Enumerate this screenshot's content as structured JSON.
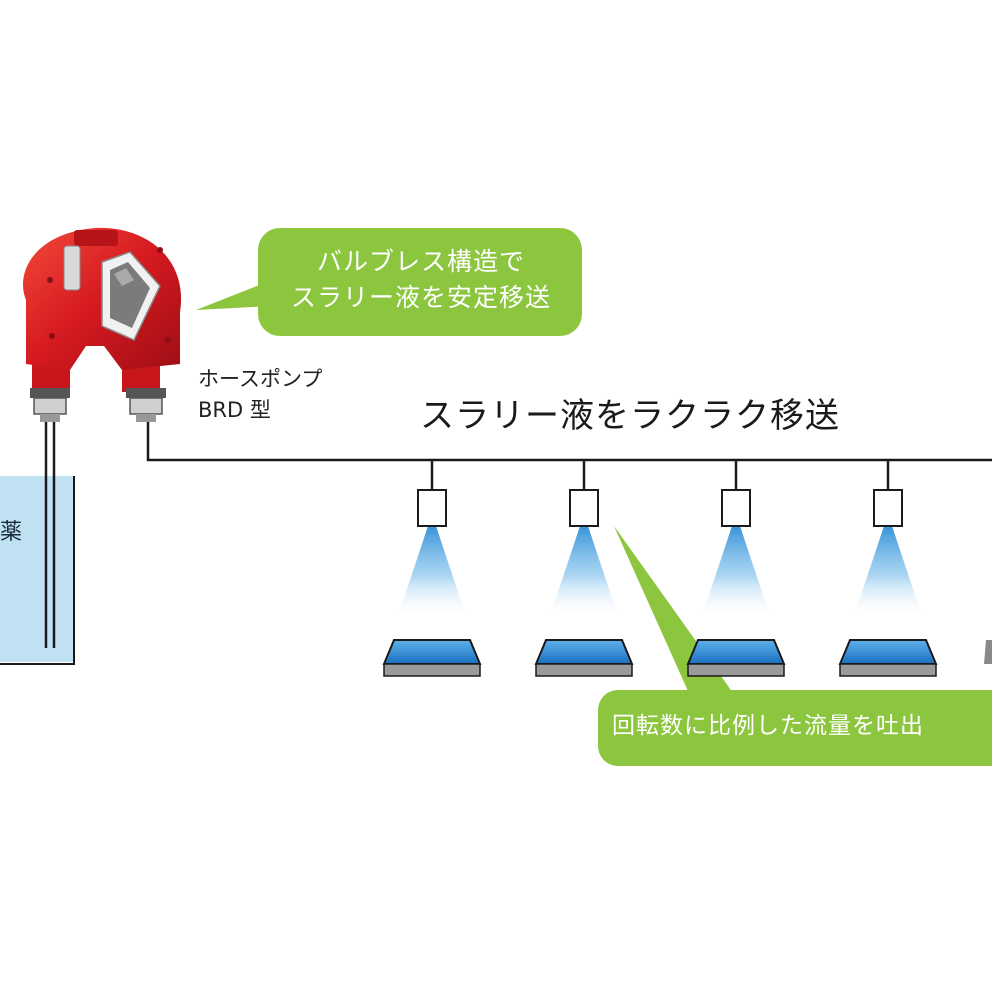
{
  "callouts": {
    "valveless_line1": "バルブレス構造で",
    "valveless_line2": "スラリー液を安定移送",
    "flow_proportional": "回転数に比例した流量を吐出"
  },
  "pump": {
    "name": "ホースポンプ",
    "model": "BRD 型"
  },
  "title": "スラリー液をラクラク移送",
  "tank": {
    "label": "薬"
  },
  "colors": {
    "callout_green": "#8cc63f",
    "pump_red": "#d51920",
    "tank_blue": "#bfe1f2",
    "spray_blue": "#2e8fd6",
    "wafer_blue": "#1a78c8",
    "line": "#1a1a1a"
  }
}
